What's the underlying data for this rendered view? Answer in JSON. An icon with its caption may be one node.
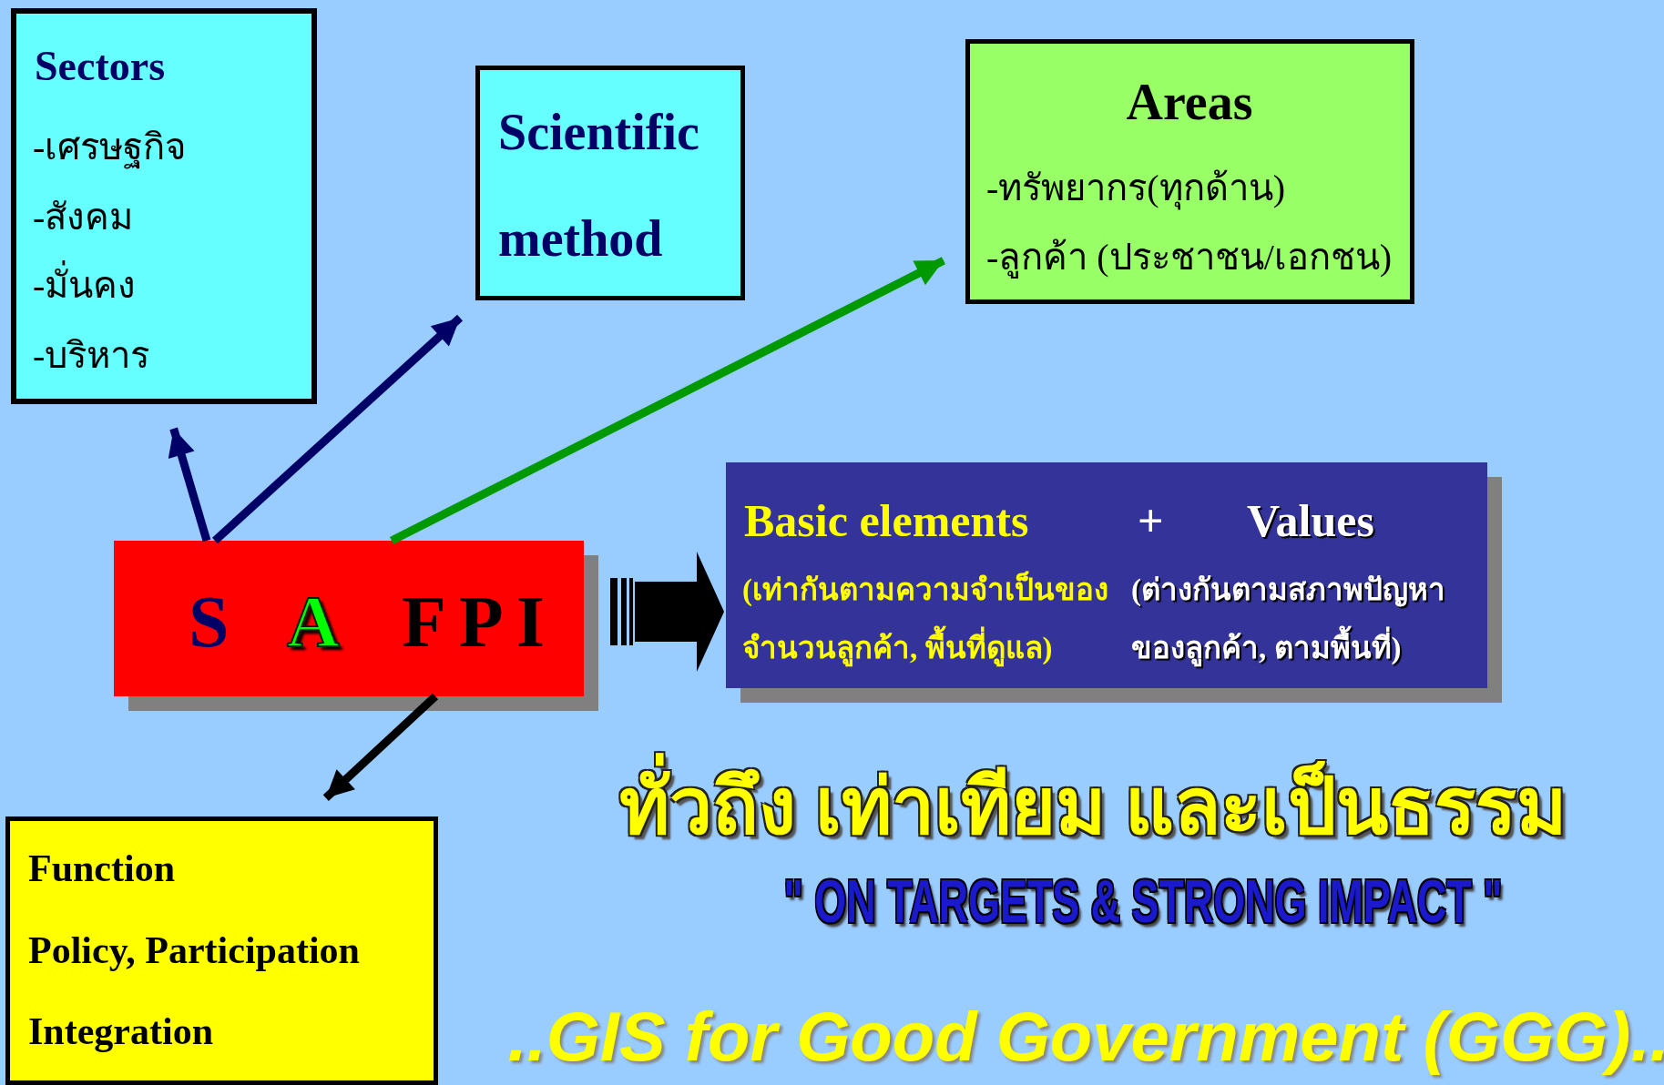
{
  "diagram": {
    "nodes": [
      {
        "text": [
          "Sectors",
          "-เศรษฐกิจ",
          "-สังคม",
          "-มั่นคง",
          "-บริหาร"
        ]
      },
      {
        "text": [
          "Scientific method"
        ]
      },
      {
        "text": [
          "Areas",
          "-ทรัพยากร(ทุกด้าน)",
          "-ลูกค้า (ประชาชน/เอกชน)"
        ]
      },
      {
        "text": [
          "S",
          "A",
          "FPI"
        ]
      },
      {
        "text": [
          "Basic elements",
          "+",
          "Values",
          "(เท่ากันตามความจำเป็นของ จำนวนลูกค้า, พื้นที่ดูแล)",
          "(ต่างกันตามสภาพปัญหา ของลูกค้า, ตามพื้นที่)"
        ]
      },
      {
        "text": [
          "Function",
          "Policy, Participation",
          "Integration"
        ]
      }
    ],
    "edges": [
      {
        "from": 3,
        "to": 0,
        "arrow": "to",
        "color": "#000066"
      },
      {
        "from": 3,
        "to": 1,
        "arrow": "to",
        "color": "#000066"
      },
      {
        "from": 3,
        "to": 2,
        "arrow": "to",
        "color": "#009900"
      },
      {
        "from": 3,
        "to": 5,
        "arrow": "to",
        "color": "#000000"
      },
      {
        "from": 3,
        "to": 4,
        "arrow": "to",
        "style": "thick",
        "color": "#000000"
      }
    ],
    "labels": [
      "ทั่วถึง เท่าเทียม และเป็นธรรม",
      "\" ON TARGETS & STRONG IMPACT \"",
      "..GIS for Good Government (GGG).."
    ]
  }
}
